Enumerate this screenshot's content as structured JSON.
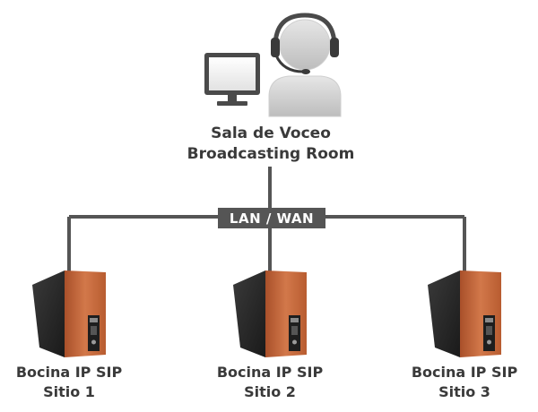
{
  "diagram": {
    "control_room": {
      "title_line1": "Sala de Voceo",
      "title_line2": "Broadcasting Room",
      "icons": [
        "monitor-icon",
        "operator-headset-icon"
      ]
    },
    "network": {
      "label": "LAN / WAN"
    },
    "nodes": [
      {
        "line1": "Bocina IP SIP",
        "line2": "Sitio 1",
        "icon": "speaker-icon"
      },
      {
        "line1": "Bocina IP SIP",
        "line2": "Sitio 2",
        "icon": "speaker-icon"
      },
      {
        "line1": "Bocina IP SIP",
        "line2": "Sitio 3",
        "icon": "speaker-icon"
      }
    ],
    "colors": {
      "line": "#555555",
      "label_bg": "#555555",
      "text": "#3a3a3a",
      "speaker_front": "#2b2b2b",
      "speaker_wood": "#c8673a"
    }
  }
}
